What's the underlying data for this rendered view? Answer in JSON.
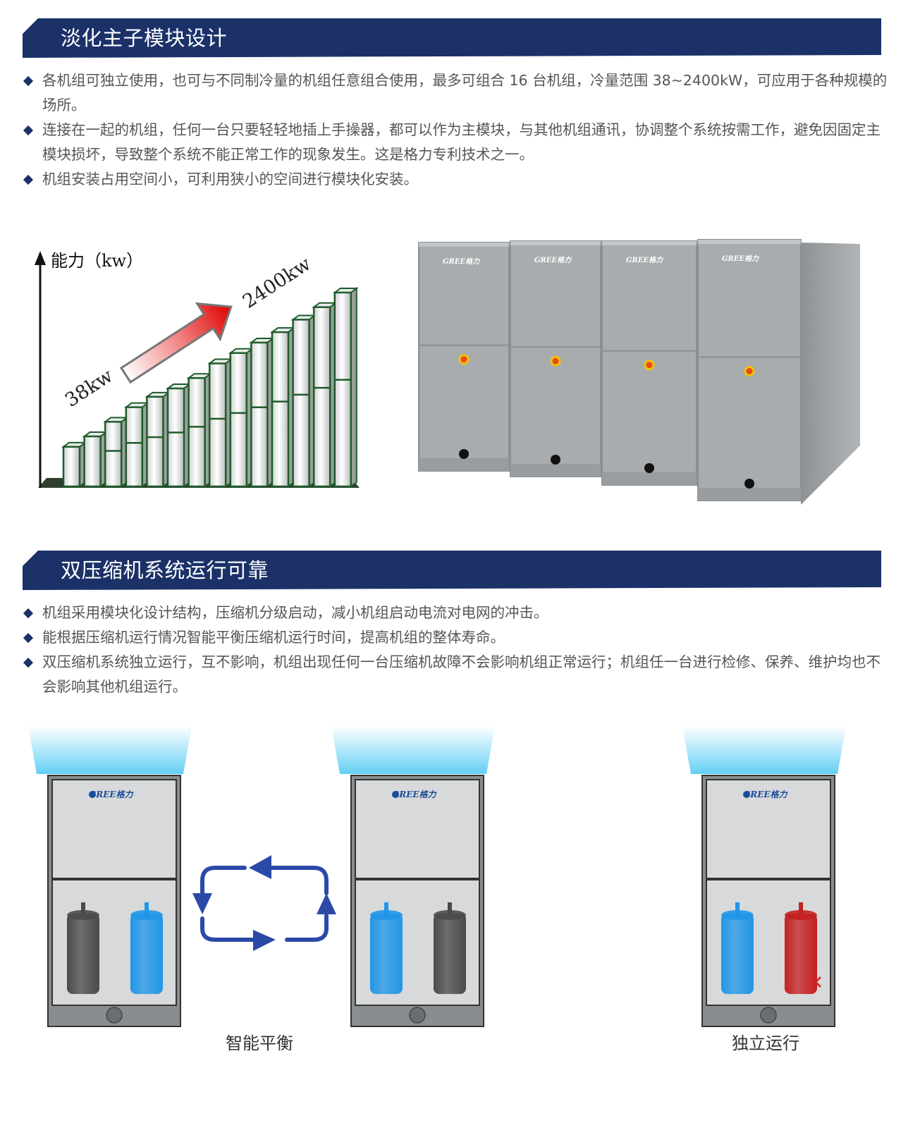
{
  "sections": [
    {
      "title": "淡化主子模块设计",
      "bullets": [
        "各机组可独立使用，也可与不同制冷量的机组任意组合使用，最多可组合 16 台机组，冷量范围 38~2400kW，可应用于各种规模的场所。",
        "连接在一起的机组，任何一台只要轻轻地插上手操器，都可以作为主模块，与其他机组通讯，协调整个系统按需工作，避免因固定主模块损坏，导致整个系统不能正常工作的现象发生。这是格力专利技术之一。",
        "机组安装占用空间小，可利用狭小的空间进行模块化安装。"
      ]
    },
    {
      "title": "双压缩机系统运行可靠",
      "bullets": [
        "机组采用模块化设计结构，压缩机分级启动，减小机组启动电流对电网的冲击。",
        "能根据压缩机运行情况智能平衡压缩机运行时间，提高机组的整体寿命。",
        "双压缩机系统独立运行，互不影响，机组出现任何一台压缩机故障不会影响机组正常运行；机组任一台进行检修、保养、维护均也不会影响其他机组运行。"
      ]
    }
  ],
  "capacity_chart": {
    "axis_label": "能力（kw）",
    "min_label": "38kw",
    "max_label": "2400kw"
  },
  "chart_data": {
    "type": "bar",
    "ylabel": "能力（kw）",
    "annotations": [
      "38kw",
      "2400kw"
    ],
    "values": [
      38,
      48,
      62,
      76,
      86,
      94,
      104,
      118,
      128,
      138,
      148,
      160,
      172,
      186
    ]
  },
  "brand": {
    "logo_text": "GREE格力"
  },
  "diagrams": {
    "balance_caption": "智能平衡",
    "independent_caption": "独立运行"
  },
  "colors": {
    "banner": "#1b3168",
    "compressor_running": "#2196e8",
    "compressor_idle": "#4a4a4a",
    "compressor_fault": "#c42020",
    "arrow_cycle": "#2b4aa8"
  }
}
